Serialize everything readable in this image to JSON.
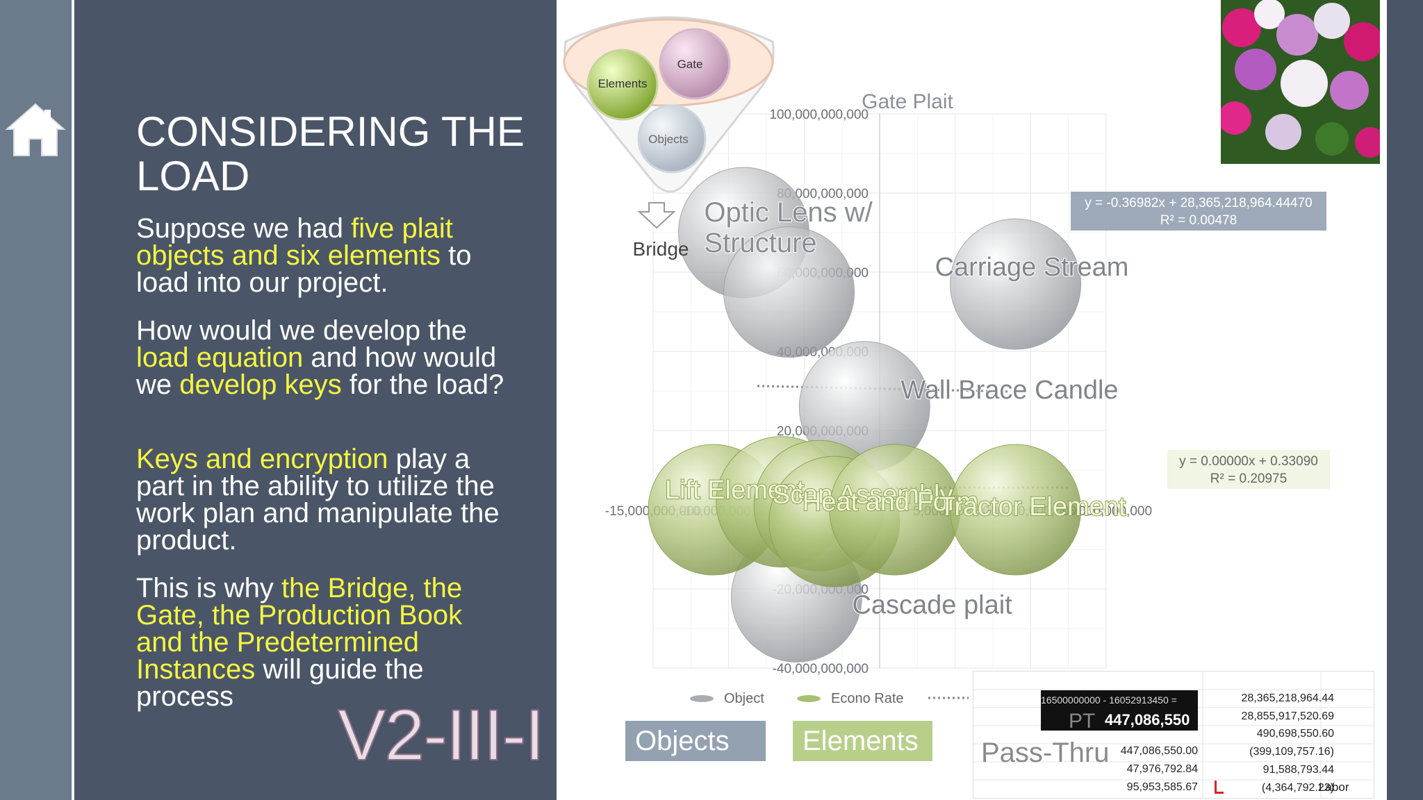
{
  "slide": {
    "title": "CONSIDERING THE LOAD",
    "paragraphs": [
      {
        "segments": [
          {
            "t": "Suppose we had ",
            "hl": false
          },
          {
            "t": "five plait objects and six elements",
            "hl": true
          },
          {
            "t": " to load into our project.",
            "hl": false
          }
        ]
      },
      {
        "segments": [
          {
            "t": "How would we develop the ",
            "hl": false
          },
          {
            "t": "load equation",
            "hl": true
          },
          {
            "t": " and how would we ",
            "hl": false
          },
          {
            "t": "develop keys",
            "hl": true
          },
          {
            "t": " for the load?",
            "hl": false
          }
        ]
      },
      {
        "segments": [
          {
            "t": "Keys and encryption",
            "hl": true
          },
          {
            "t": " play a part in the ability to utilize the work plan and manipulate the product.",
            "hl": false
          }
        ]
      },
      {
        "segments": [
          {
            "t": "This is why ",
            "hl": false
          },
          {
            "t": "the Bridge, the Gate, the Production Book and the Predetermined Instances",
            "hl": true
          },
          {
            "t": " will guide the process",
            "hl": false
          }
        ]
      }
    ],
    "code_label": "V2-III-I",
    "highlight_color": "#f5f542"
  },
  "funnel": {
    "circles": [
      "Elements",
      "Gate",
      "Objects"
    ],
    "bridge_label": "Bridge"
  },
  "chart_data": {
    "type": "scatter",
    "title": "Gate Plait",
    "x_ticks": [
      "-15,000,000,000",
      "-10,000,000,000",
      "-5,000,000,000",
      "0",
      "5,000,000,000",
      "10,000,000,000",
      "15,000,000,000"
    ],
    "y_ticks": [
      "100,000,000,000",
      "80,000,000,000",
      "60,000,000,000",
      "40,000,000,000",
      "20,000,000,000",
      "-20,000,000,000",
      "-40,000,000,000"
    ],
    "xlim": [
      -15000000000,
      15000000000
    ],
    "ylim": [
      -40000000000,
      100000000000
    ],
    "series": [
      {
        "name": "Object",
        "color": "#b8bcc2",
        "points": [
          {
            "label": "Optic Lens w/ Structure",
            "x": -9000000000,
            "y": 70000000000
          },
          {
            "label": "",
            "x": -6000000000,
            "y": 55000000000
          },
          {
            "label": "Carriage  Stream",
            "x": 9000000000,
            "y": 57000000000
          },
          {
            "label": "Wall Brace Candle",
            "x": -1000000000,
            "y": 26000000000
          },
          {
            "label": "Cascade plait",
            "x": -5500000000,
            "y": -22000000000
          }
        ]
      },
      {
        "name": "Econo Rate",
        "color": "#a8c070",
        "points": [
          {
            "label": "Lift Element",
            "x": -11000000000,
            "y": 0
          },
          {
            "label": "Scan Assembly",
            "x": -6500000000,
            "y": 2000000000
          },
          {
            "label": "",
            "x": -4000000000,
            "y": 1000000000
          },
          {
            "label": "Heat and Form",
            "x": -3000000000,
            "y": -3000000000
          },
          {
            "label": "",
            "x": 1000000000,
            "y": 0
          },
          {
            "label": "Tractor Element",
            "x": 9000000000,
            "y": 0
          }
        ]
      }
    ],
    "trendlines": [
      {
        "equation": "y = -0.36982x + 28,365,218,964.44470",
        "r2": "R² = 0.00478"
      },
      {
        "equation": "y = 0.00000x + 0.33090",
        "r2": "R² = 0.20975"
      }
    ],
    "legend": [
      "Object",
      "Econo Rate"
    ]
  },
  "buttons": {
    "objects": "Objects",
    "elements": "Elements"
  },
  "passthru": {
    "header_formula": "16500000000  -  16052913450 =",
    "pt_label": "PT",
    "pt_value": "447,086,550",
    "label": "Pass-Thru",
    "col_a": [
      "447,086,550.00",
      "47,976,792.84",
      "95,953,585.67"
    ],
    "col_b": [
      "28,365,218,964.44",
      "28,855,917,520.69",
      "490,698,550.60",
      "(399,109,757.16)",
      "91,588,793.44",
      "(4,364,792.23)"
    ],
    "labor": "Labor"
  }
}
